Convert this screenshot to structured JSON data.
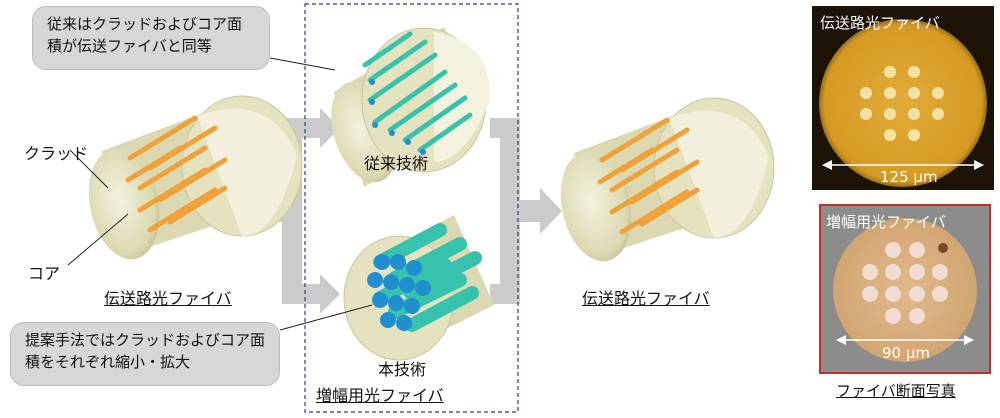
{
  "callouts": {
    "top": "従来はクラッドおよびコア面積が伝送ファイバと同等",
    "bottom": "提案手法ではクラッドおよびコア面積をそれぞれ縮小・拡大"
  },
  "labels": {
    "clad": "クラッド",
    "core": "コア",
    "left_fiber": "伝送路光ファイバ",
    "conventional": "従来技術",
    "proposed": "本技術",
    "amp_fiber": "増幅用光ファイバ",
    "right_fiber": "伝送路光ファイバ"
  },
  "photos": {
    "top_title": "伝送路光ファイバ",
    "top_scale": "125 μm",
    "bottom_title": "増幅用光ファイバ",
    "bottom_scale": "90 μm",
    "caption": "ファイバ断面写真"
  },
  "colors": {
    "cladding_body": "#e7e5c6",
    "cladding_face": "#f1f0da",
    "core_orange": "#f0a23a",
    "core_teal": "#37c2ad",
    "core_blue": "#1f8fd0",
    "arrow_gray": "#c9c9c9",
    "dashed_box": "#2a3f7a",
    "photo_top_bg": "#1c1206",
    "photo_bottom_border": "#c0302a"
  }
}
